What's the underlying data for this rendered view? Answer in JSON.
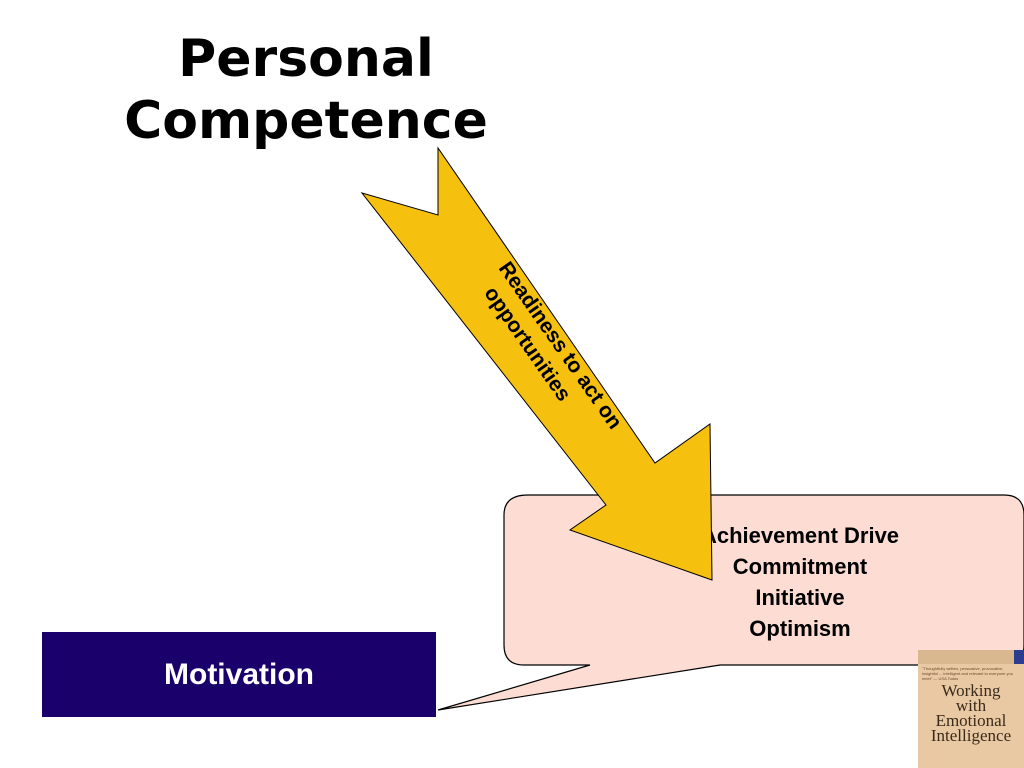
{
  "slide": {
    "title": "Personal\nCompetence",
    "arrow_label_line1": "Readiness to act on",
    "arrow_label_line2": "opportunities",
    "callout_items": [
      "Achievement Drive",
      "Commitment",
      "Initiative",
      "Optimism"
    ],
    "motivation_label": "Motivation",
    "book_cover": {
      "title": "Working\nwith\nEmotional\nIntelligence",
      "blurb": "\"Thoughtfully written, persuasive, provocative, insightful ... intelligent and relevant to everyone you meet\" — USA Today"
    }
  },
  "colors": {
    "arrow_fill": "#f5c00e",
    "callout_fill": "#fcdcd3",
    "motivation_fill": "#1a006b",
    "book_cover": "#e8c9a4"
  }
}
